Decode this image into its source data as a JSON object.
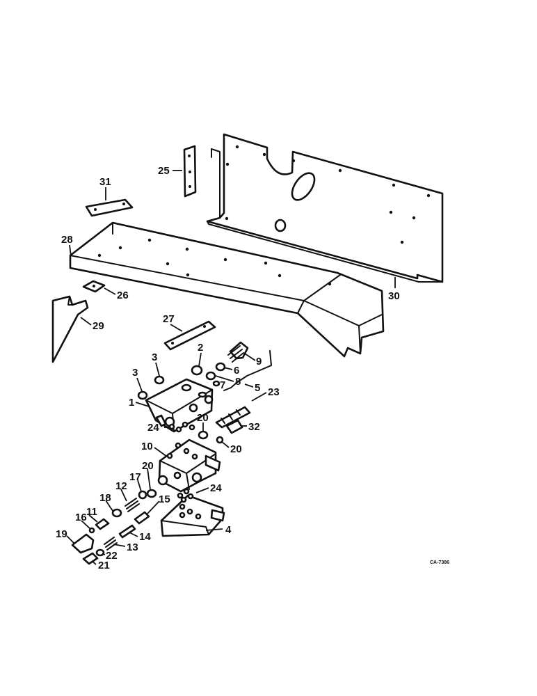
{
  "diagram": {
    "drawing_code": "CA-7386",
    "callouts": [
      {
        "id": "1",
        "label": "1"
      },
      {
        "id": "2",
        "label": "2"
      },
      {
        "id": "3a",
        "label": "3"
      },
      {
        "id": "3b",
        "label": "3"
      },
      {
        "id": "4",
        "label": "4"
      },
      {
        "id": "5",
        "label": "5"
      },
      {
        "id": "6",
        "label": "6"
      },
      {
        "id": "7",
        "label": "7"
      },
      {
        "id": "8",
        "label": "8"
      },
      {
        "id": "9",
        "label": "9"
      },
      {
        "id": "10",
        "label": "10"
      },
      {
        "id": "11",
        "label": "11"
      },
      {
        "id": "12",
        "label": "12"
      },
      {
        "id": "13",
        "label": "13"
      },
      {
        "id": "14",
        "label": "14"
      },
      {
        "id": "15",
        "label": "15"
      },
      {
        "id": "16",
        "label": "16"
      },
      {
        "id": "17",
        "label": "17"
      },
      {
        "id": "18",
        "label": "18"
      },
      {
        "id": "19",
        "label": "19"
      },
      {
        "id": "20a",
        "label": "20"
      },
      {
        "id": "20b",
        "label": "20"
      },
      {
        "id": "20c",
        "label": "20"
      },
      {
        "id": "21",
        "label": "21"
      },
      {
        "id": "22",
        "label": "22"
      },
      {
        "id": "23",
        "label": "23"
      },
      {
        "id": "24a",
        "label": "24"
      },
      {
        "id": "24b",
        "label": "24"
      },
      {
        "id": "25",
        "label": "25"
      },
      {
        "id": "26",
        "label": "26"
      },
      {
        "id": "27",
        "label": "27"
      },
      {
        "id": "28",
        "label": "28"
      },
      {
        "id": "29",
        "label": "29"
      },
      {
        "id": "30",
        "label": "30"
      },
      {
        "id": "31",
        "label": "31"
      },
      {
        "id": "32",
        "label": "32"
      }
    ]
  }
}
